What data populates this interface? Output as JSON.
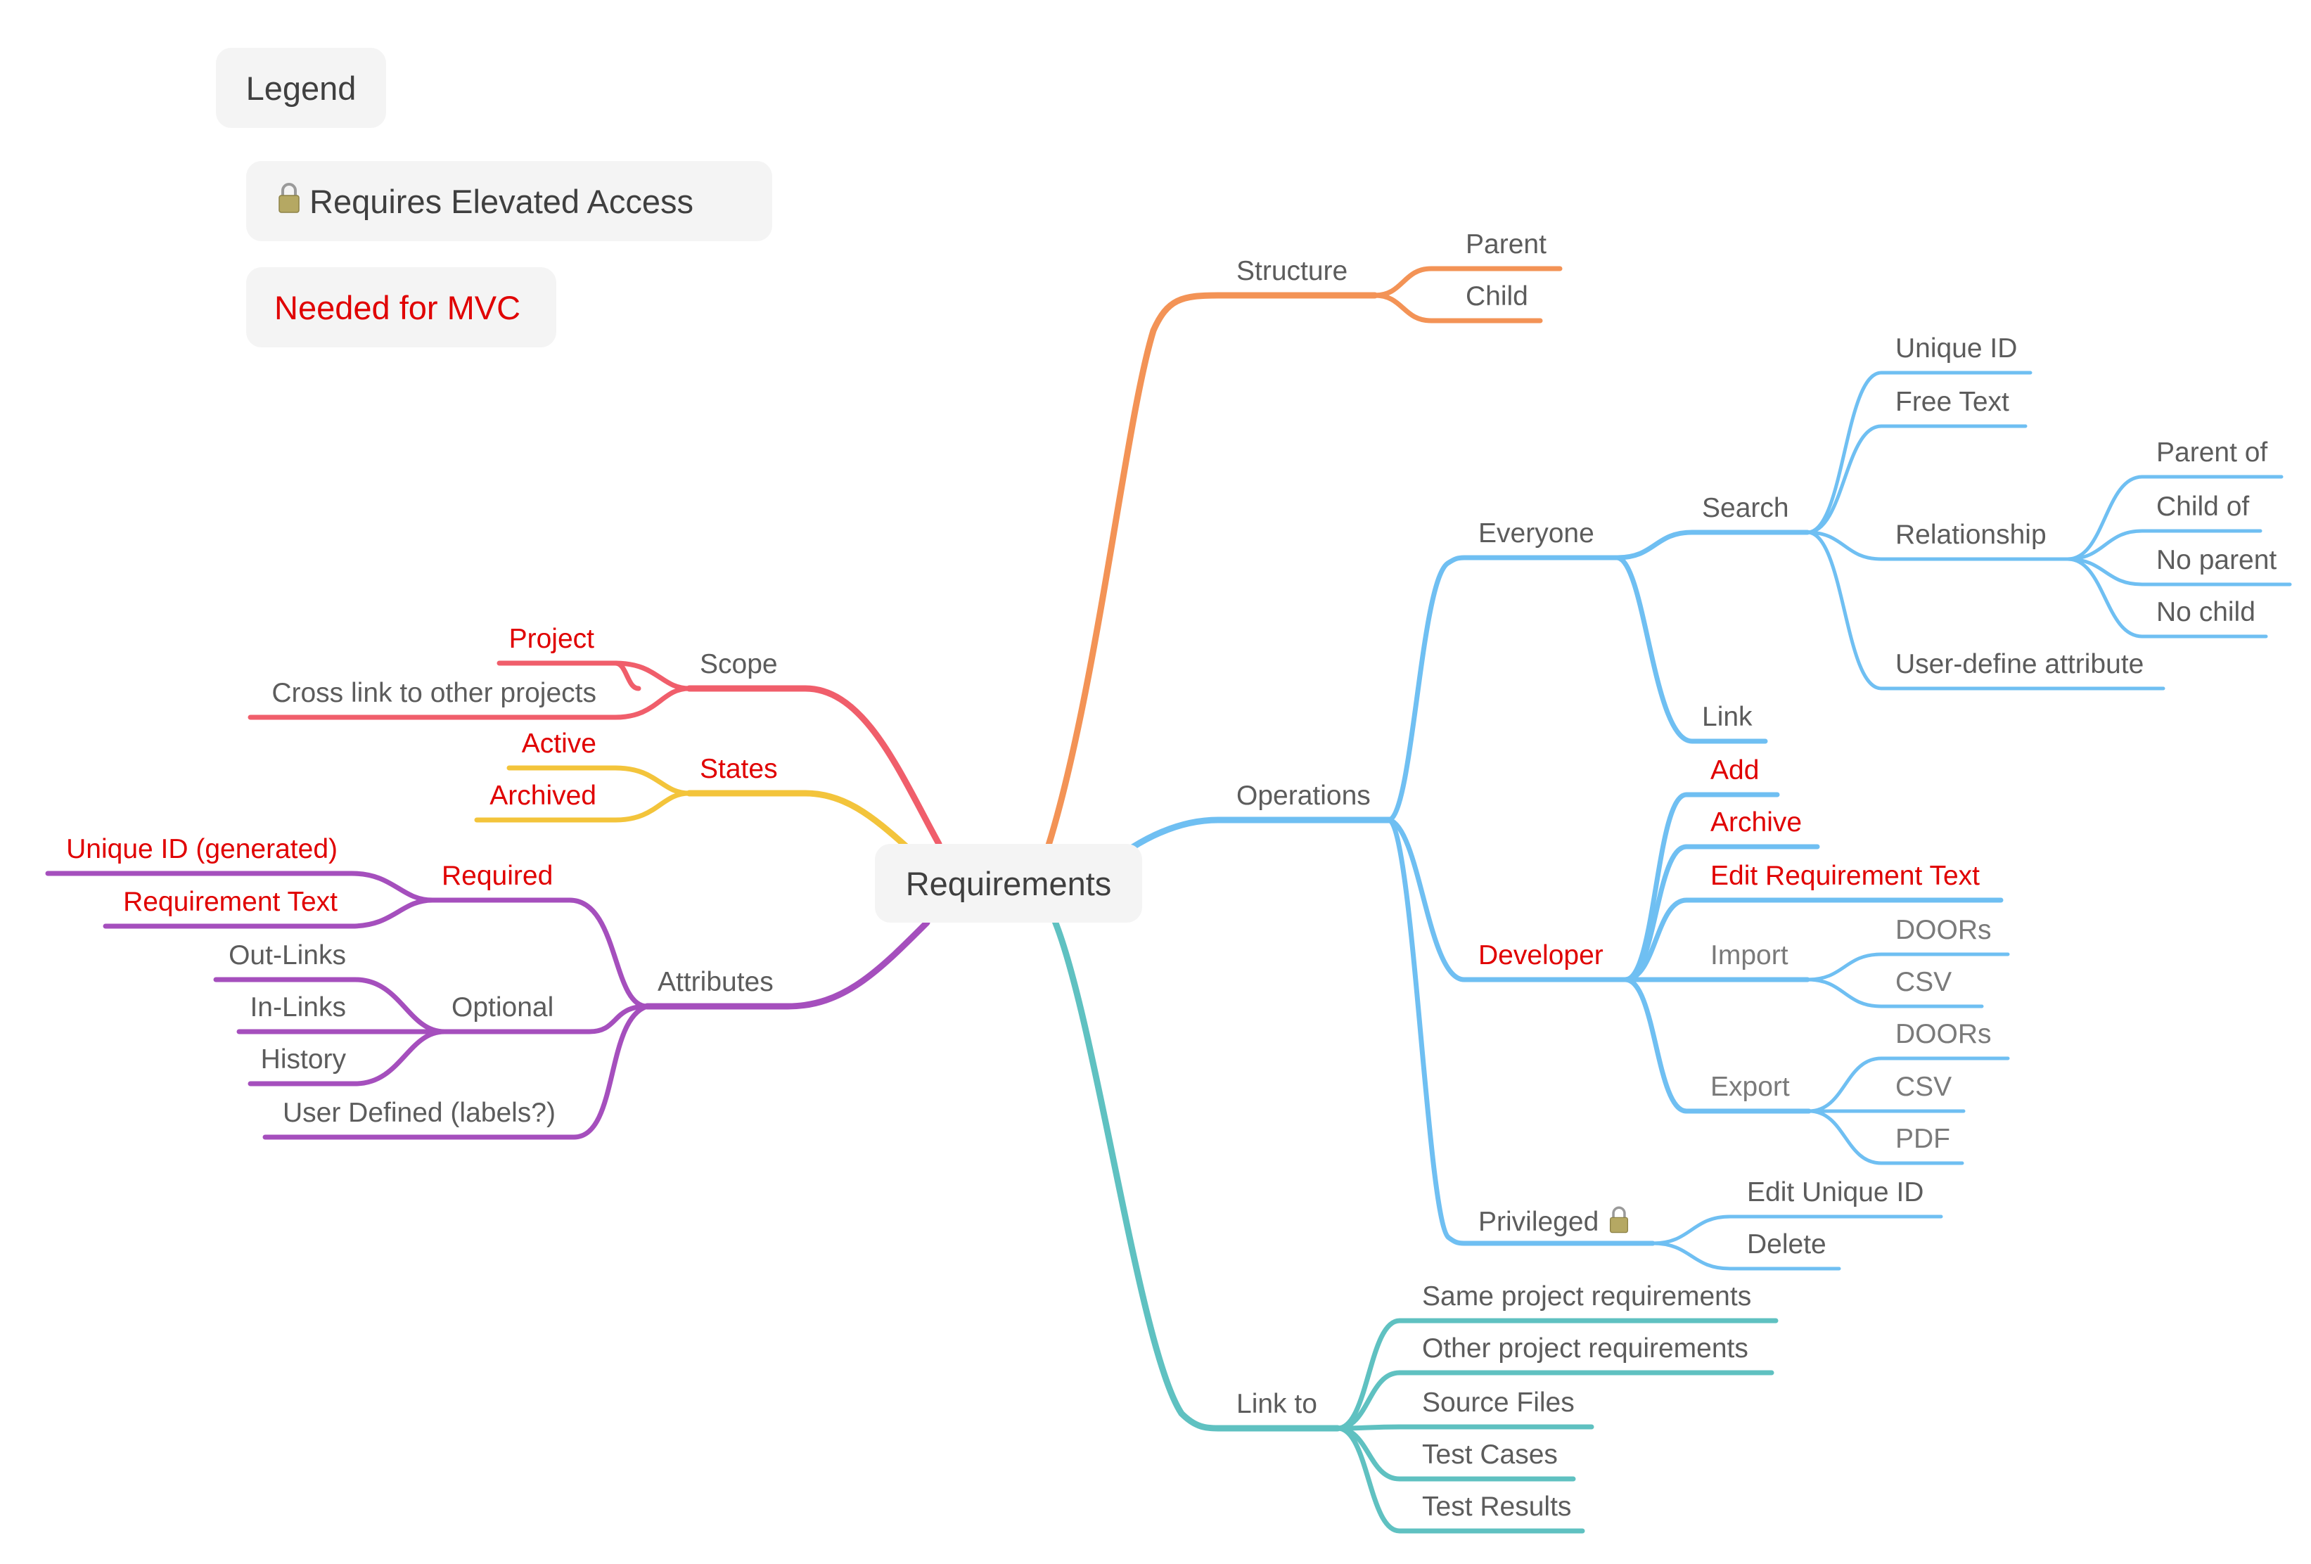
{
  "legend": {
    "title": "Legend",
    "items": [
      {
        "icon": "lock-icon",
        "label": "Requires Elevated Access",
        "color": "#3f3f3f"
      },
      {
        "label": "Needed for MVC",
        "color": "#e00000"
      }
    ]
  },
  "colors": {
    "structure": "#f39356",
    "operations": "#6fbff2",
    "link_to": "#5fc1c1",
    "scope": "#f05e6b",
    "states": "#f3c43b",
    "attributes": "#a54fbd",
    "mvc_text": "#e00000",
    "text": "#5c5c5c"
  },
  "root": {
    "label": "Requirements"
  },
  "nodes": {
    "structure": {
      "label": "Structure",
      "children": [
        "Parent",
        "Child"
      ]
    },
    "operations": {
      "label": "Operations"
    },
    "everyone": {
      "label": "Everyone"
    },
    "search": {
      "label": "Search"
    },
    "search_children": [
      "Unique ID",
      "Free Text",
      "Relationship",
      "User-define attribute"
    ],
    "relationship_children": [
      "Parent of",
      "Child of",
      "No parent",
      "No child"
    ],
    "link": {
      "label": "Link"
    },
    "developer": {
      "label": "Developer"
    },
    "developer_children": [
      "Add",
      "Archive",
      "Edit Requirement Text",
      "Import",
      "Export"
    ],
    "import_children": [
      "DOORs",
      "CSV"
    ],
    "export_children": [
      "DOORs",
      "CSV",
      "PDF"
    ],
    "privileged": {
      "label": "Privileged",
      "icon": "lock-icon"
    },
    "privileged_children": [
      "Edit Unique ID",
      "Delete"
    ],
    "link_to": {
      "label": "Link to",
      "children": [
        "Same project requirements",
        "Other project requirements",
        "Source Files",
        "Test Cases",
        "Test Results"
      ]
    },
    "scope": {
      "label": "Scope",
      "children": [
        "Project",
        "Cross link to other projects"
      ]
    },
    "states": {
      "label": "States",
      "children": [
        "Active",
        "Archived"
      ]
    },
    "attributes": {
      "label": "Attributes"
    },
    "required": {
      "label": "Required",
      "children": [
        "Unique ID (generated)",
        "Requirement Text"
      ]
    },
    "optional": {
      "label": "Optional",
      "children": [
        "Out-Links",
        "In-Links",
        "History"
      ]
    },
    "user_defined": {
      "label": "User Defined (labels?)"
    }
  }
}
